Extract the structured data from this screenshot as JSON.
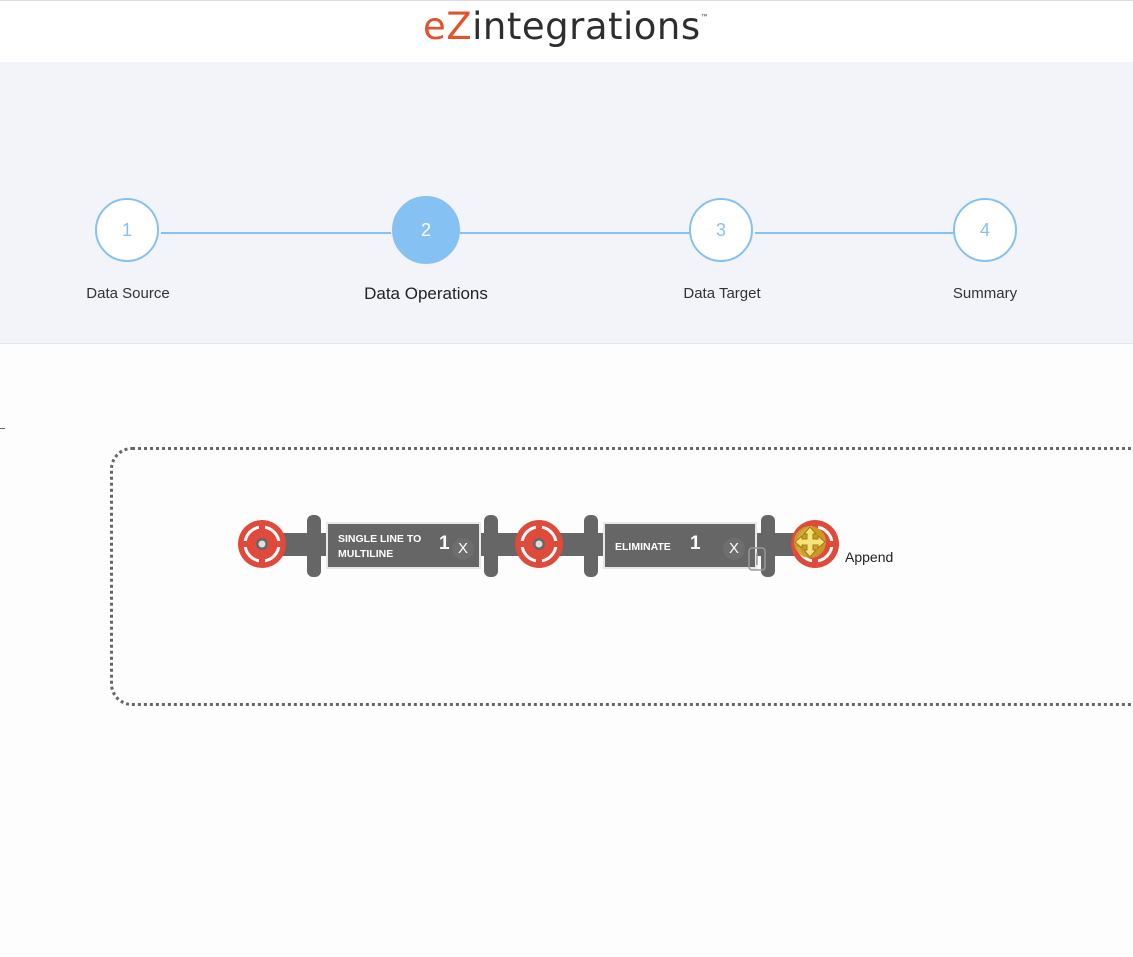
{
  "header": {
    "logo_prefix": "eZ",
    "logo_rest": "integrations",
    "logo_tm": "™"
  },
  "steps": [
    {
      "number": "1",
      "label": "Data Source"
    },
    {
      "number": "2",
      "label": "Data Operations",
      "active": true
    },
    {
      "number": "3",
      "label": "Data Target"
    },
    {
      "number": "4",
      "label": "Summary"
    }
  ],
  "pipeline": {
    "operations": [
      {
        "label_line1": "SINGLE LINE TO",
        "label_line2": "MULTILINE",
        "count": "1",
        "remove": "X"
      },
      {
        "label_line1": "ELIMINATE",
        "count": "1",
        "remove": "X"
      }
    ],
    "append_label": "Append"
  },
  "colors": {
    "accent": "#85c1f3",
    "valve": "#e04a3a",
    "pipe": "#666666",
    "logo_orange": "#e2532c"
  }
}
